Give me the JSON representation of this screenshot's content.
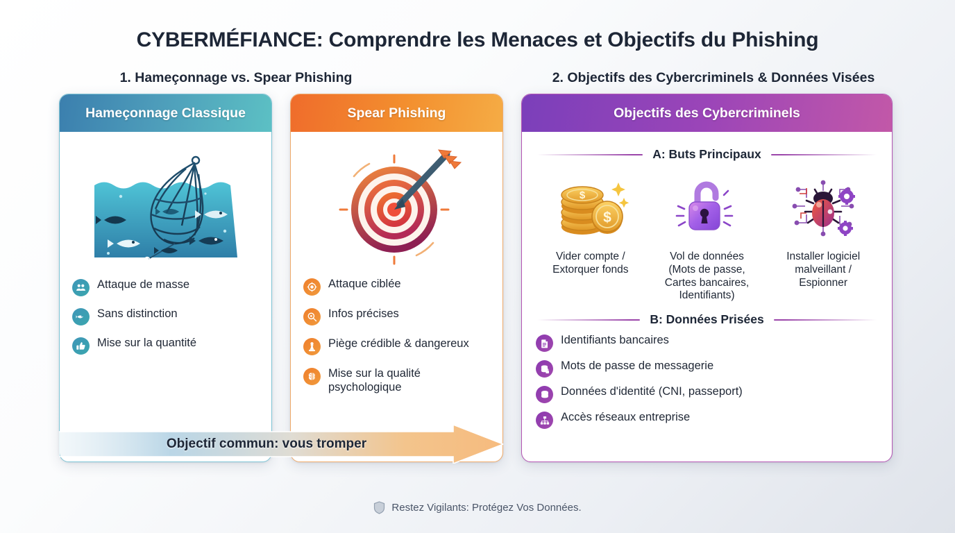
{
  "title": "CYBERMÉFIANCE: Comprendre les Menaces et Objectifs du Phishing",
  "sections": {
    "left_heading": "1. Hameçonnage vs. Spear Phishing",
    "right_heading": "2. Objectifs des Cybercriminels & Données Visées"
  },
  "cards": {
    "classic": {
      "title": "Hameçonnage Classique",
      "illustration": "fishing-net-underwater-illustration",
      "bullets": [
        {
          "icon": "users-icon",
          "label": "Attaque de masse"
        },
        {
          "icon": "fish-blur-icon",
          "label": "Sans distinction"
        },
        {
          "icon": "thumbs-up-icon",
          "label": "Mise sur la quantité"
        }
      ]
    },
    "spear": {
      "title": "Spear Phishing",
      "illustration": "bullseye-target-with-arrow-illustration",
      "bullets": [
        {
          "icon": "crosshair-icon",
          "label": "Attaque ciblée"
        },
        {
          "icon": "magnifier-icon",
          "label": "Infos précises"
        },
        {
          "icon": "chess-pawn-trap-icon",
          "label": "Piège crédible & dangereux"
        },
        {
          "icon": "brain-icon",
          "label": "Mise sur la qualité psychologique"
        }
      ]
    },
    "objectives": {
      "title": "Objectifs des Cybercriminels",
      "section_a": "A: Buts Principaux",
      "section_b": "B: Données Prisées",
      "goals": [
        {
          "icon": "gold-coins-icon",
          "caption": "Vider compte /\nExtorquer fonds"
        },
        {
          "icon": "open-padlock-icon",
          "caption": "Vol de données\n(Mots de passe,\nCartes bancaires,\nIdentifiants)"
        },
        {
          "icon": "malware-bug-circuit-icon",
          "caption": "Installer logiciel\nmalveillant /\nEspionner"
        }
      ],
      "data_items": [
        {
          "icon": "bank-document-icon",
          "label": "Identifiants bancaires"
        },
        {
          "icon": "database-lock-icon",
          "label": "Mots de passe de messagerie"
        },
        {
          "icon": "database-icon",
          "label": "Données d'identité (CNI, passeport)"
        },
        {
          "icon": "network-sitemap-icon",
          "label": "Accès réseaux entreprise"
        }
      ]
    }
  },
  "arrow_banner": {
    "label": "Objectif commun: vous tromper"
  },
  "footer": {
    "icon": "shield-icon",
    "text": "Restez Vigilants: Protégez Vos Données."
  },
  "colors": {
    "blue_header_start": "#3b7fae",
    "teal_header_end": "#5cc0c4",
    "orange_header_start": "#ef6c2b",
    "amber_header_end": "#f5ac45",
    "purple_header_start": "#7b3fba",
    "magenta_header_end": "#c258a8"
  }
}
